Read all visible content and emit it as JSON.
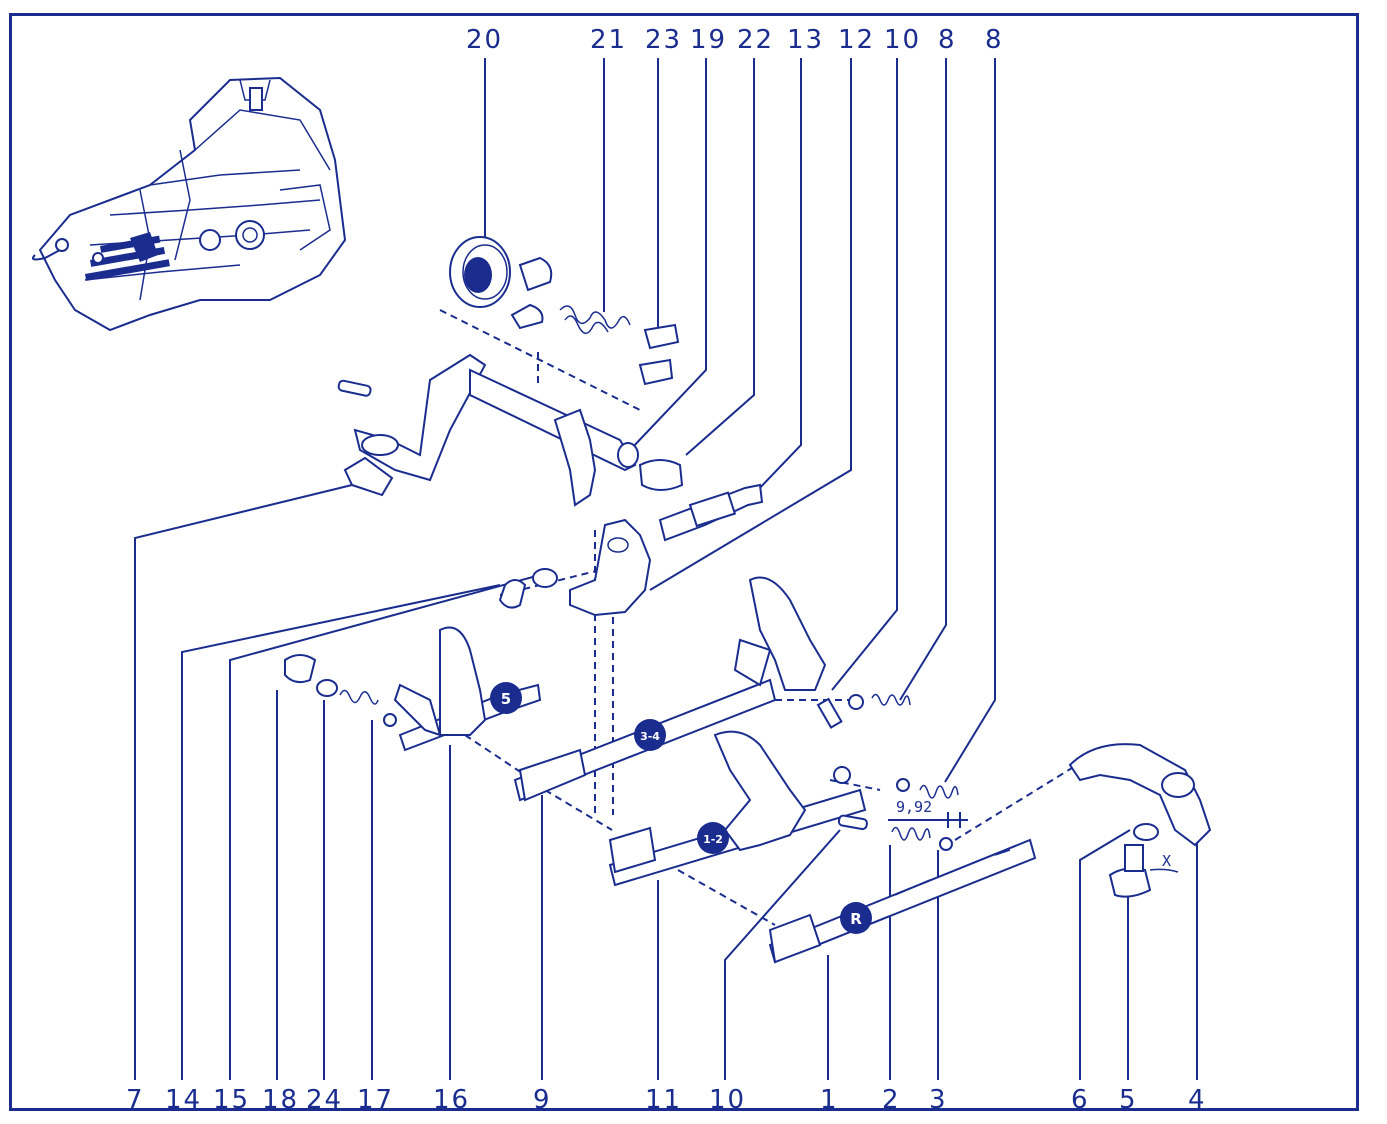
{
  "diagram": {
    "accent_color": "#1a2d8f",
    "top_callouts": [
      "20",
      "21",
      "23",
      "19",
      "22",
      "13",
      "12",
      "10",
      "8",
      "8"
    ],
    "bottom_callouts": [
      "7",
      "14",
      "15",
      "18",
      "24",
      "17",
      "16",
      "9",
      "11",
      "10",
      "1",
      "2",
      "3",
      "6",
      "5",
      "4"
    ],
    "badges": {
      "fifth": "5",
      "third_fourth": "3-4",
      "first_second": "1-2",
      "reverse": "R"
    },
    "dimension": "9,92",
    "angle_label": "X"
  }
}
